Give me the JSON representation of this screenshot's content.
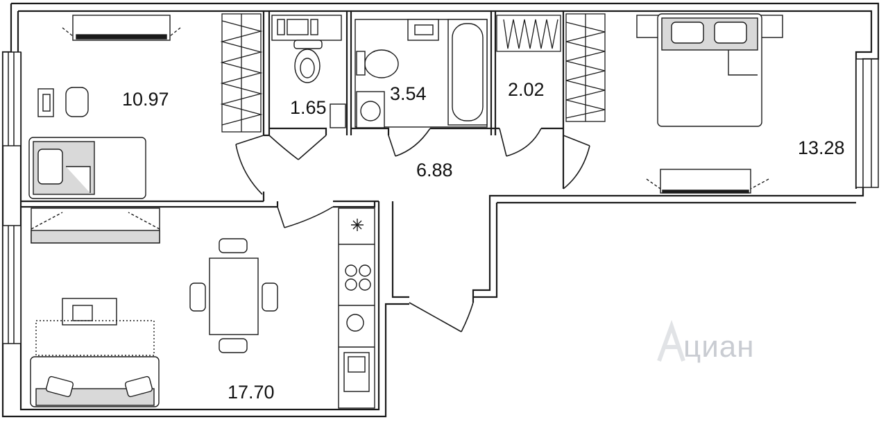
{
  "rooms": [
    {
      "id": "bedroom-left",
      "area": "10.97"
    },
    {
      "id": "wc",
      "area": "1.65"
    },
    {
      "id": "bathroom",
      "area": "3.54"
    },
    {
      "id": "wardrobe",
      "area": "2.02"
    },
    {
      "id": "hall",
      "area": "6.88"
    },
    {
      "id": "bedroom-right",
      "area": "13.28"
    },
    {
      "id": "living-kitchen",
      "area": "17.70"
    }
  ],
  "watermark": {
    "text": "циан",
    "icon": "cian-logo-icon"
  },
  "colors": {
    "wall": "#1a1a1a",
    "furniture_fill": "#d9d9d9",
    "background": "#ffffff"
  }
}
